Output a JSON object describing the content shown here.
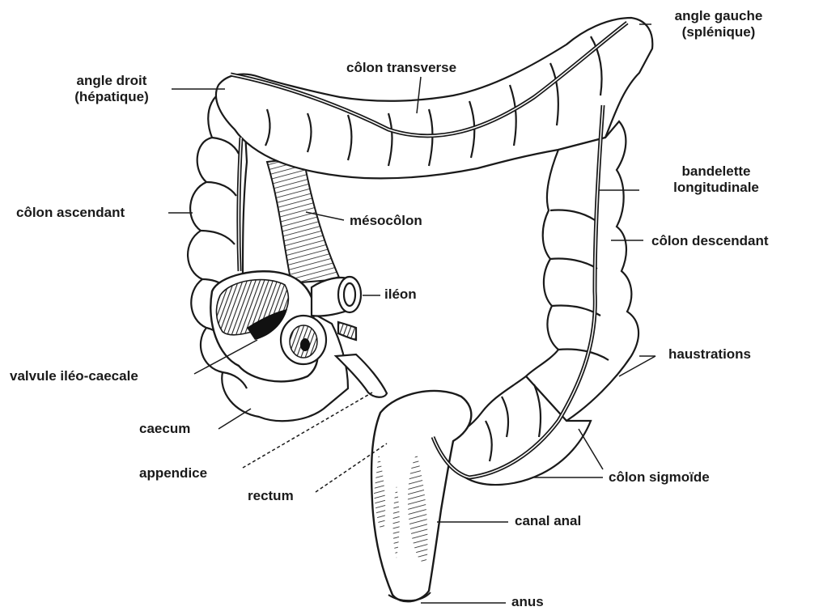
{
  "colors": {
    "background": "#ffffff",
    "ink": "#1a1a1a",
    "shade": "#333333",
    "organ_fill": "#ffffff"
  },
  "labels": {
    "angle_gauche_line1": "angle gauche",
    "angle_gauche_line2": "(splénique)",
    "angle_droit_line1": "angle droit",
    "angle_droit_line2": "(hépatique)",
    "colon_transverse": "côlon transverse",
    "bandelette_line1": "bandelette",
    "bandelette_line2": "longitudinale",
    "colon_ascendant": "côlon ascendant",
    "mesocolon": "mésocôlon",
    "colon_descendant": "côlon descendant",
    "ileon": "iléon",
    "haustrations": "haustrations",
    "valvule": "valvule iléo-caecale",
    "caecum": "caecum",
    "appendice": "appendice",
    "rectum": "rectum",
    "colon_sigmoide": "côlon sigmoïde",
    "canal_anal": "canal anal",
    "anus": "anus"
  }
}
